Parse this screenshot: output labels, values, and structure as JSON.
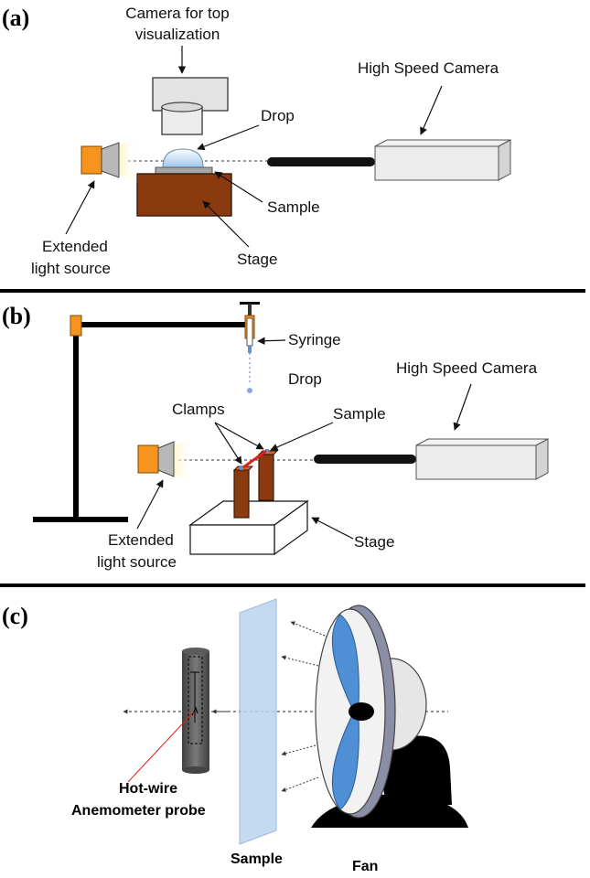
{
  "panels": {
    "a": {
      "tag": "(a)",
      "camera_top_line1": "Camera for top",
      "camera_top_line2": "visualization",
      "high_speed_camera": "High Speed Camera",
      "drop": "Drop",
      "sample": "Sample",
      "stage": "Stage",
      "light_line1": "Extended",
      "light_line2": "light source"
    },
    "b": {
      "tag": "(b)",
      "syringe": "Syringe",
      "drop": "Drop",
      "high_speed_camera": "High Speed Camera",
      "clamps": "Clamps",
      "sample": "Sample",
      "stage": "Stage",
      "light_line1": "Extended",
      "light_line2": "light source"
    },
    "c": {
      "tag": "(c)",
      "probe_line1": "Hot-wire",
      "probe_line2": "Anemometer probe",
      "sample": "Sample",
      "fan": "Fan"
    }
  },
  "colors": {
    "light_orange": "#f7941d",
    "stage_brown": "#8b3a0f",
    "camera_gray": "#e8e8e8",
    "drop_blue": "#cfe3f5",
    "fan_blade": "#4f8fd6",
    "sample_panel": "#b9d4ee",
    "probe_gray": "#555555"
  }
}
